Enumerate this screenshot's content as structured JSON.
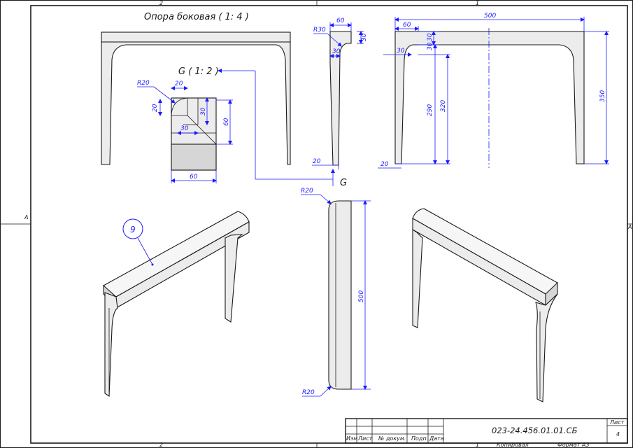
{
  "sheet": {
    "zone_top_left": "2",
    "zone_top_right": "1",
    "zone_bottom_left": "2",
    "zone_bottom_right": "1",
    "zone_left": "A",
    "zone_right": "A"
  },
  "views": {
    "main_title": "Опора боковая ( 1: 4 )",
    "detail_title": "G ( 1: 2 )",
    "view_arrow_label": "G",
    "balloon": "9"
  },
  "dimensions": {
    "detail_r": "R20",
    "detail_top": "20",
    "detail_left": "20",
    "detail_30a": "30",
    "detail_30b": "30",
    "detail_60h": "60",
    "detail_60w": "60",
    "side_60": "60",
    "side_r30": "R30",
    "side_30a": "30",
    "side_30b": "30",
    "side_20": "20",
    "front_500": "500",
    "front_60": "60",
    "front_30a": "30",
    "front_30b": "30",
    "front_30c": "30",
    "front_290": "290",
    "front_320": "320",
    "front_350": "350",
    "front_20": "20",
    "plank_r20_top": "R20",
    "plank_r20_bottom": "R20",
    "plank_500": "500"
  },
  "title_block": {
    "designation": "023-24.456.01.01.СБ",
    "sheet_label": "Лист",
    "sheet_number": "4",
    "col_izm": "Изм.",
    "col_list": "Лист",
    "col_doc": "№ докум.",
    "col_sign": "Подп.",
    "col_date": "Дата",
    "copied": "Копировал",
    "format": "Формат А3"
  }
}
